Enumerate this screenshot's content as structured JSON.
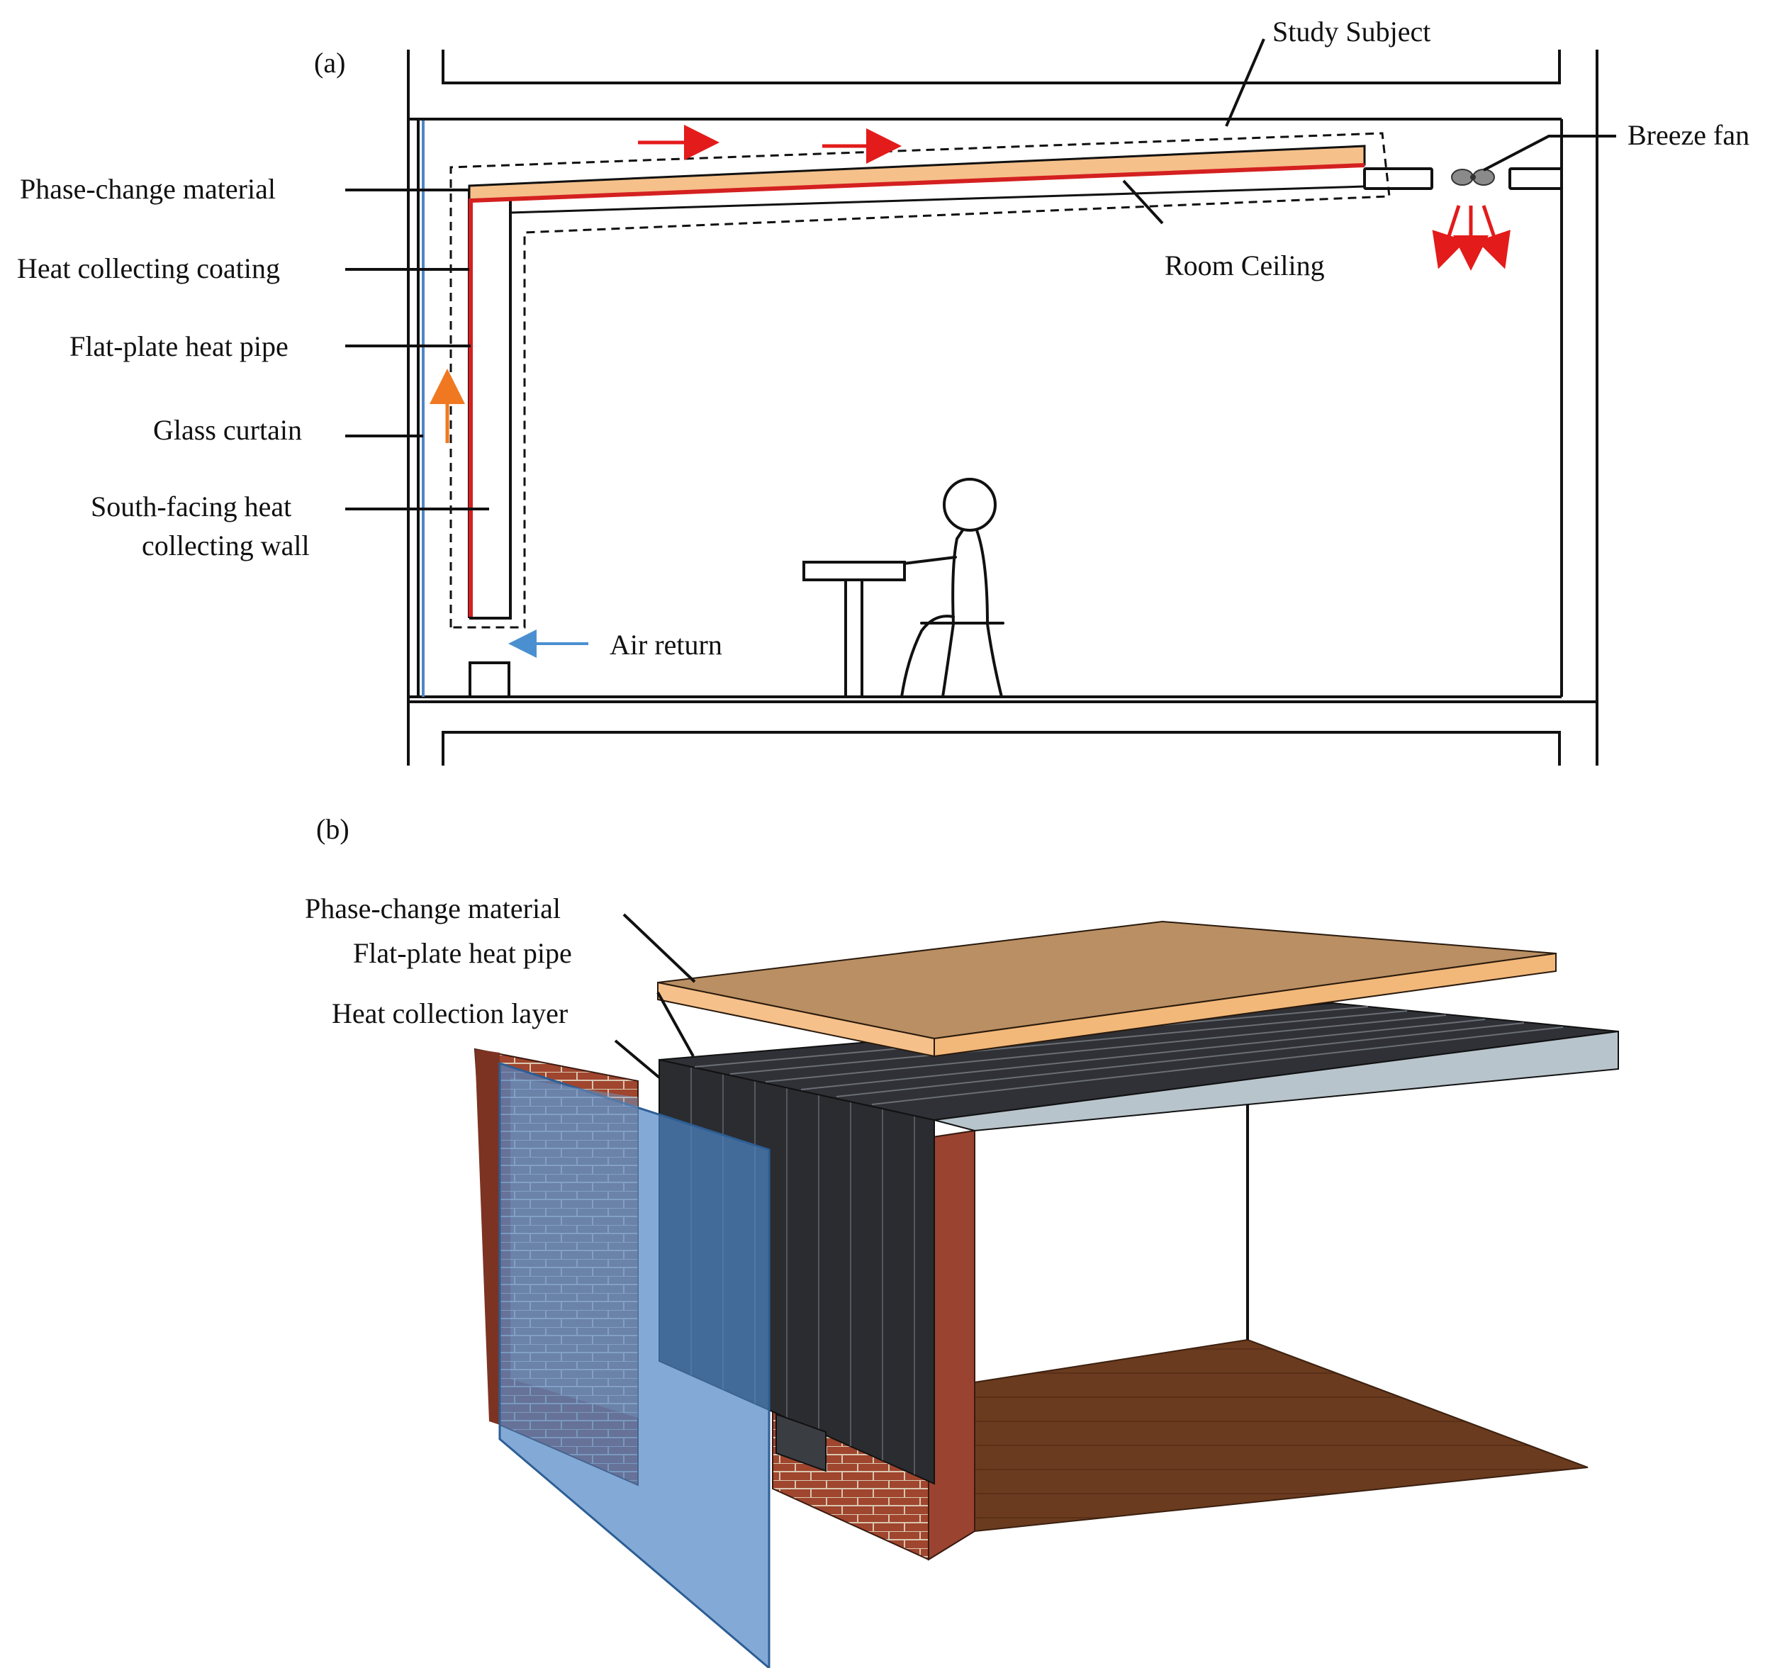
{
  "panel_a": {
    "label": "(a)",
    "labels": {
      "study_subject": "Study Subject",
      "breeze_fan": "Breeze fan",
      "phase_change_material": "Phase-change material",
      "room_ceiling": "Room Ceiling",
      "heat_collecting_coating": "Heat collecting coating",
      "flat_plate_heat_pipe": "Flat-plate heat pipe",
      "glass_curtain": "Glass curtain",
      "south_facing_line1": "South-facing heat",
      "south_facing_line2": "collecting wall",
      "air_return": "Air return"
    }
  },
  "panel_b": {
    "label": "(b)",
    "labels": {
      "phase_change_material": "Phase-change material",
      "flat_plate_heat_pipe": "Flat-plate heat pipe",
      "heat_collection_layer": "Heat collection layer"
    }
  },
  "colors": {
    "pcm": "#f5c08a",
    "heat_pipe": "#d42020",
    "flow_arrow_red": "#e31b1b",
    "flow_arrow_orange": "#f07820",
    "air_return_arrow": "#4a90d0",
    "glass": "#4f86c6",
    "brick": "#a0452e",
    "collector": "#2a2c30",
    "floor": "#6b3b1f",
    "ceiling_slab": "#b8c4cc"
  }
}
